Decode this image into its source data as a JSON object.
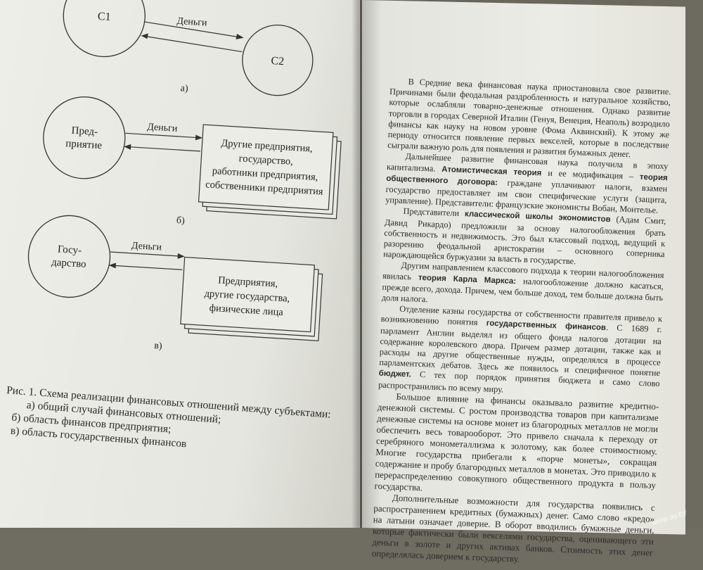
{
  "diagram_a": {
    "node1": "С1",
    "node2": "С2",
    "flow": "Деньги",
    "label": "а)"
  },
  "diagram_b": {
    "node_lines": [
      "Пред-",
      "приятие"
    ],
    "flow": "Деньги",
    "box_lines": [
      "Другие предприятия,",
      "государство,",
      "работники предприятия,",
      "собственники предприятия"
    ],
    "label": "б)"
  },
  "diagram_c": {
    "node_lines": [
      "Госу-",
      "дарство"
    ],
    "flow": "Деньги",
    "box_lines": [
      "Предприятия,",
      "другие государства,",
      "физические лица"
    ],
    "label": "в)"
  },
  "caption": {
    "title": "Рис. 1. Схема реализации финансовых отношений между субъектами:",
    "items": [
      "а) общий случай финансовых отношений;",
      "б) область финансов предприятия;",
      "в) область государственных финансов"
    ]
  },
  "right_text": {
    "p1": "В Средние века финансовая наука приостановила свое развитие. Причинами были феодальная раздробленность и натуральное хозяйство, которые ослабляли товарно-денежные отношения. Однако развитие торговли в городах Северной Италии (Генуя, Венеция, Неаполь) возродило финансы как науку на новом уровне (Фома Аквинский). К этому же периоду относится появление первых векселей, которые в последствие сыграли важную роль для появления и развития бумажных денег.",
    "p2_a": "Дальнейшее развитие финансовая наука получила в эпоху капитализма. ",
    "p2_b1": "Атомистическая теория",
    "p2_c": " и ее модификация – ",
    "p2_b2": "теория общественного договора:",
    "p2_d": " граждане уплачивают налоги, взамен государство предоставляет им свои специфические услуги (защита, управление). Представители: французские экономисты Вобан, Монтелье.",
    "p3_a": "Представители ",
    "p3_b": "классической школы экономистов",
    "p3_c": " (Адам Смит, Давид Рикардо) предложили за основу налогообложения брать собственность и недвижимость. Это был классовый подход, ведущий к разорению феодальной аристократии – основного соперника нарождающейся буржуазии за власть в государстве.",
    "p4_a": "Другим направлением классового подхода к теории налогообложения явилась ",
    "p4_b": "теория Карла Маркса:",
    "p4_c": " налогообложение должно касаться, прежде всего, дохода. Причем, чем больше доход, тем больше должна быть доля налога.",
    "p5_a": "Отделение казны государства от собственности правителя привело к возникновению понятия ",
    "p5_b": "государственных финансов",
    "p5_c": ". С 1689 г. парламент Англии выделял из общего фонда налогов дотации на содержание королевского двора. Причем размер дотации, также как и расходы на другие общественные нужды, определялся в процессе парламентских дебатов. Здесь же появилось и специфичное понятие ",
    "p5_d": "бюджет.",
    "p5_e": " С тех пор порядок принятия бюджета и само слово распространились по всему миру.",
    "p6": "Большое влияние на финансы оказывало развитие кредитно-денежной системы. С ростом производства товаров при капитализме денежные системы на основе монет из благородных металлов не могли обеспечить весь товарооборот. Это привело сначала к переходу от серебряного монометаллизма к золотому, как более стоимостному. Многие государства прибегали к «порче монеты», сокращая содержание и пробу благородных металлов в монетах. Это приводило к перераспределению совокупного общественного продукта в пользу государства.",
    "p7": "Дополнительные возможности для государства появились с распространением кредитных (бумажных) денег. Само слово «кредо» на латыни означает доверие. В оборот вводились бумажные деньги, которые фактически были векселями государства, оценивающего эти деньги в золоте и других активах банков. Стоимость этих денег определялась доверием к государству."
  },
  "watermark": "www.ay.by"
}
